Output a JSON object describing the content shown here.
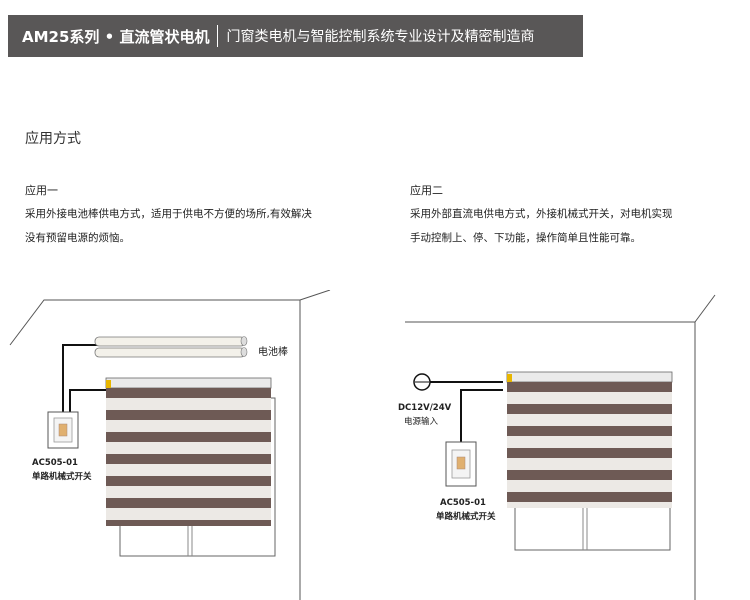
{
  "header": {
    "model": "AM25系列 • 直流管状电机",
    "tagline": "门窗类电机与智能控制系统专业设计及精密制造商"
  },
  "section_title": "应用方式",
  "applications": [
    {
      "title": "应用一",
      "desc_line1": "采用外接电池棒供电方式，适用于供电不方便的场所,有效解决",
      "desc_line2": "没有预留电源的烦恼。",
      "battery_label": "电池棒",
      "switch_model": "AC505-01",
      "switch_name": "单路机械式开关"
    },
    {
      "title": "应用二",
      "desc_line1": "采用外部直流电供电方式，外接机械式开关，对电机实现",
      "desc_line2": "手动控制上、停、下功能，操作简单且性能可靠。",
      "power_label": "DC12V/24V",
      "power_sub": "电源输入",
      "switch_model": "AC505-01",
      "switch_name": "单路机械式开关"
    }
  ],
  "colors": {
    "header_bg": "#595757",
    "blind_dark": "#6e5a55",
    "blind_light": "#ece9e5",
    "motor_gold": "#e8b600"
  }
}
